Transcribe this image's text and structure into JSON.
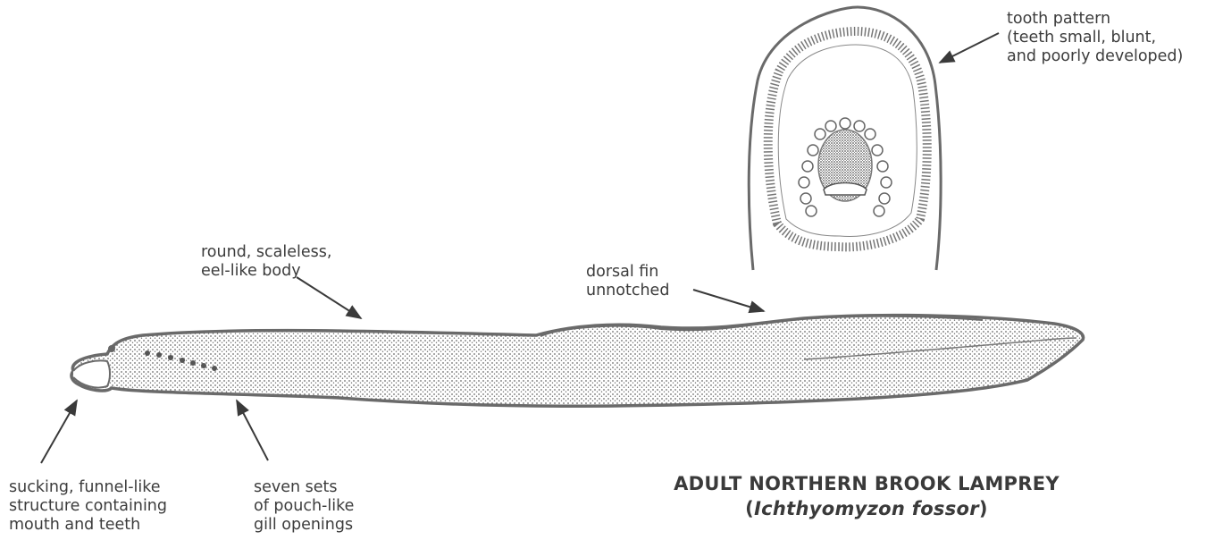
{
  "labels": {
    "tooth_pattern": "tooth pattern\n(teeth small, blunt,\nand poorly developed)",
    "body": "round, scaleless,\neel-like body",
    "dorsal_fin": "dorsal fin\nunnotched",
    "mouth": "sucking, funnel-like\nstructure containing\nmouth and teeth",
    "gills": "seven sets\nof pouch-like\ngill openings"
  },
  "title": {
    "line1": "ADULT NORTHERN BROOK LAMPREY",
    "open_paren": "(",
    "species": "Ichthyomyzon fossor",
    "close_paren": ")"
  },
  "colors": {
    "outline": "#6a6a6a",
    "stipple": "#5a5a5a",
    "text": "#3a3a3a"
  }
}
